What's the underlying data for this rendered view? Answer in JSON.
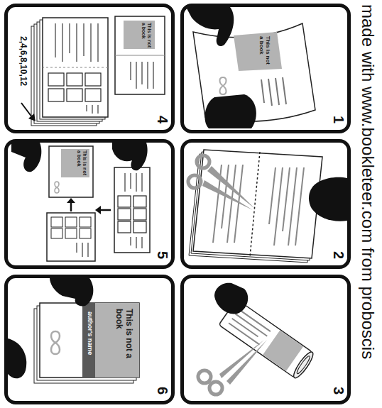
{
  "diagram": {
    "nodes": [
      {
        "text": [
          "1"
        ]
      },
      {
        "text": [
          "2"
        ]
      },
      {
        "text": [
          "3"
        ]
      },
      {
        "text": [
          "4"
        ]
      },
      {
        "text": [
          "5"
        ]
      },
      {
        "text": [
          "6"
        ]
      }
    ],
    "labels": [
      "made with www.bookleteer.com from proboscis",
      "This is not a book",
      "This is not a book",
      "2,4,6,8,10,12",
      "This is not a book",
      "This is not a book",
      "author's name"
    ]
  }
}
